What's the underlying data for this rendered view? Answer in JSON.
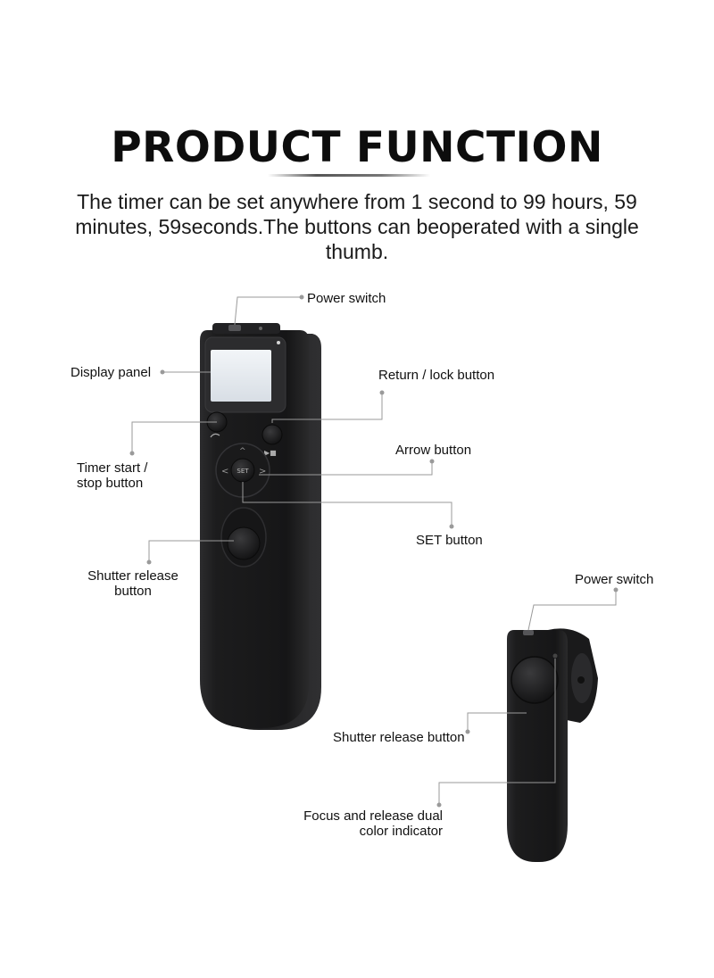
{
  "heading": {
    "title": "PRODUCT FUNCTION",
    "description": "The timer can be set anywhere from 1 second to 99 hours, 59 minutes, 59seconds.The buttons can beoperated with a single thumb."
  },
  "remote_labels": {
    "power_switch": "Power switch",
    "display_panel": "Display panel",
    "return_lock_button": "Return / lock button",
    "timer_start_stop_line1": "Timer start /",
    "timer_start_stop_line2": "stop button",
    "arrow_button": "Arrow button",
    "set_button": "SET button",
    "shutter_release_line1": "Shutter release",
    "shutter_release_line2": "button"
  },
  "receiver_labels": {
    "power_switch": "Power switch",
    "shutter_release_button": "Shutter release button",
    "indicator_line1": "Focus and release dual",
    "indicator_line2": "color indicator"
  },
  "device_markings": {
    "set_key": "SET"
  },
  "colors": {
    "device_body": "#1b1b1c",
    "leader_line": "#9a9a9a",
    "lcd_screen": "#e8edf2"
  }
}
